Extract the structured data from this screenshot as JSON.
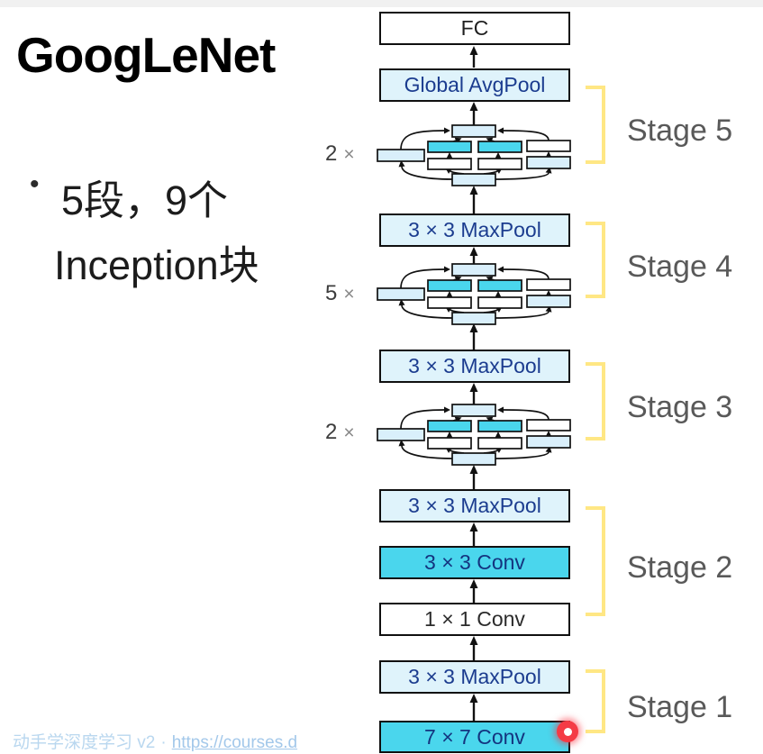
{
  "slide": {
    "title": "GoogLeNet",
    "bullet": {
      "marker": "•",
      "line1": "5段，9个",
      "line2": "Inception块"
    },
    "footer": {
      "text": "动手学深度学习 v2",
      "separator": "·",
      "link": "https://courses.d"
    }
  },
  "diagram": {
    "layers": [
      {
        "id": "fc",
        "label": "FC"
      },
      {
        "id": "global-avgpool",
        "label": "Global AvgPool"
      },
      {
        "id": "maxpool-s4",
        "label": "3 × 3 MaxPool"
      },
      {
        "id": "maxpool-s3",
        "label": "3 × 3 MaxPool"
      },
      {
        "id": "maxpool-s2",
        "label": "3 × 3 MaxPool"
      },
      {
        "id": "conv-3x3",
        "label": "3 × 3 Conv"
      },
      {
        "id": "conv-1x1",
        "label": "1 × 1 Conv"
      },
      {
        "id": "maxpool-s1",
        "label": "3 × 3 MaxPool"
      },
      {
        "id": "conv-7x7",
        "label": "7 × 7 Conv"
      }
    ],
    "inception_blocks": [
      {
        "stage": "Stage 5",
        "multiplier": {
          "count": "2",
          "times": "×"
        }
      },
      {
        "stage": "Stage 4",
        "multiplier": {
          "count": "5",
          "times": "×"
        }
      },
      {
        "stage": "Stage 3",
        "multiplier": {
          "count": "2",
          "times": "×"
        }
      }
    ],
    "stages": [
      {
        "label": "Stage 5"
      },
      {
        "label": "Stage 4"
      },
      {
        "label": "Stage 3"
      },
      {
        "label": "Stage 2"
      },
      {
        "label": "Stage 1"
      }
    ],
    "colors": {
      "conv_cyan": "#4AD6ED",
      "pool_light_cyan": "#DFF3FB",
      "inception_light_blue": "#D9EFFB",
      "box_text_navy": "#1B3C8F",
      "bracket_yellow": "#FFE784",
      "stage_label_gray": "#595959",
      "laser_red": "#F43B45"
    }
  },
  "cursor": {
    "type": "laser-pointer-dot"
  }
}
